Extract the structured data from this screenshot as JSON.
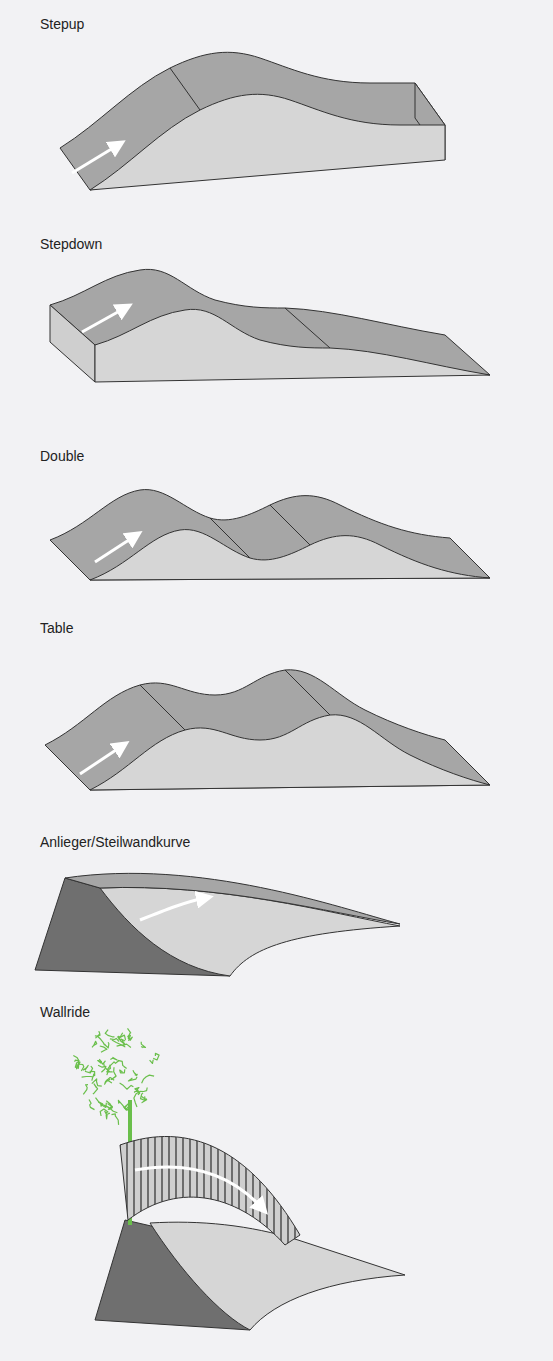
{
  "diagram": {
    "labels": [
      "Stepup",
      "Stepdown",
      "Double",
      "Table",
      "Anlieger/Steilwandkurve",
      "Wallride"
    ]
  }
}
